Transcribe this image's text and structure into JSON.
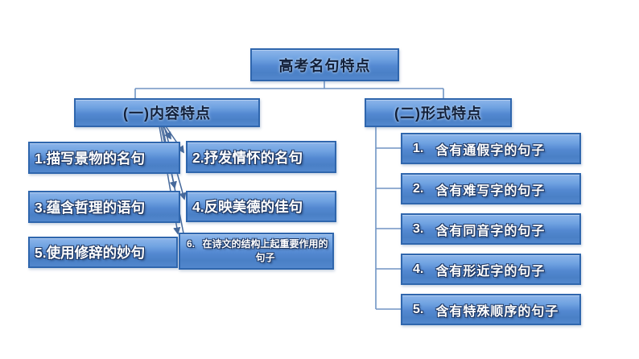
{
  "diagram": {
    "title": "高考名句特点",
    "branches": [
      {
        "header": "(一)内容特点",
        "items": [
          {
            "num": "1.",
            "text": "描写景物的名句"
          },
          {
            "num": "2.",
            "text": "抒发情怀的名句"
          },
          {
            "num": "3.",
            "text": "蕴含哲理的语句"
          },
          {
            "num": "4.",
            "text": "反映美德的佳句"
          },
          {
            "num": "5.",
            "text": "使用修辞的妙句"
          },
          {
            "num": "6.",
            "text": "在诗文的结构上起重要作用的句子"
          }
        ]
      },
      {
        "header": "(二)形式特点",
        "items": [
          {
            "num": "1.",
            "text": "含有通假字的句子"
          },
          {
            "num": "2.",
            "text": "含有难写字的句子"
          },
          {
            "num": "3.",
            "text": "含有同音字的句子"
          },
          {
            "num": "4.",
            "text": "含有形近字的句子"
          },
          {
            "num": "5.",
            "text": "含有特殊顺序的句子"
          }
        ]
      }
    ],
    "colors": {
      "node_fill_top": "#8cb5ea",
      "node_fill_bottom": "#4a80c6",
      "node_border": "#2f66ad",
      "connector_line": "#7094c4",
      "arrow_line": "#46699b",
      "header_text": "#121f38",
      "item_text": "#ffffff",
      "background": "#ffffff"
    }
  }
}
